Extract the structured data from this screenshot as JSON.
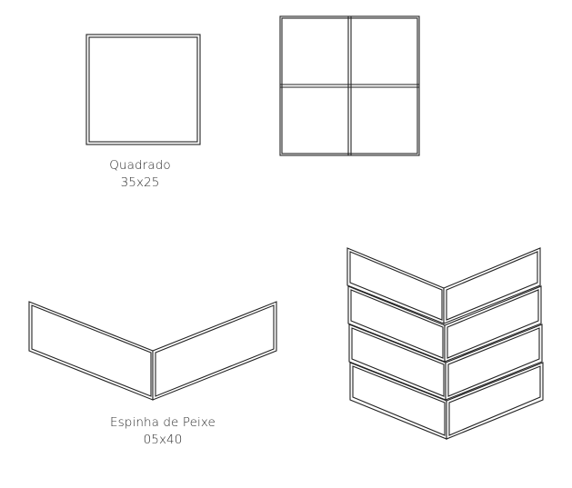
{
  "colors": {
    "stroke": "#222222",
    "background": "#ffffff",
    "text": "#2a2a2a"
  },
  "layouts": [
    {
      "name": "Quadrado",
      "size": "35x25"
    },
    {
      "name": "Espinha de Peixe",
      "size": "05x40"
    }
  ]
}
